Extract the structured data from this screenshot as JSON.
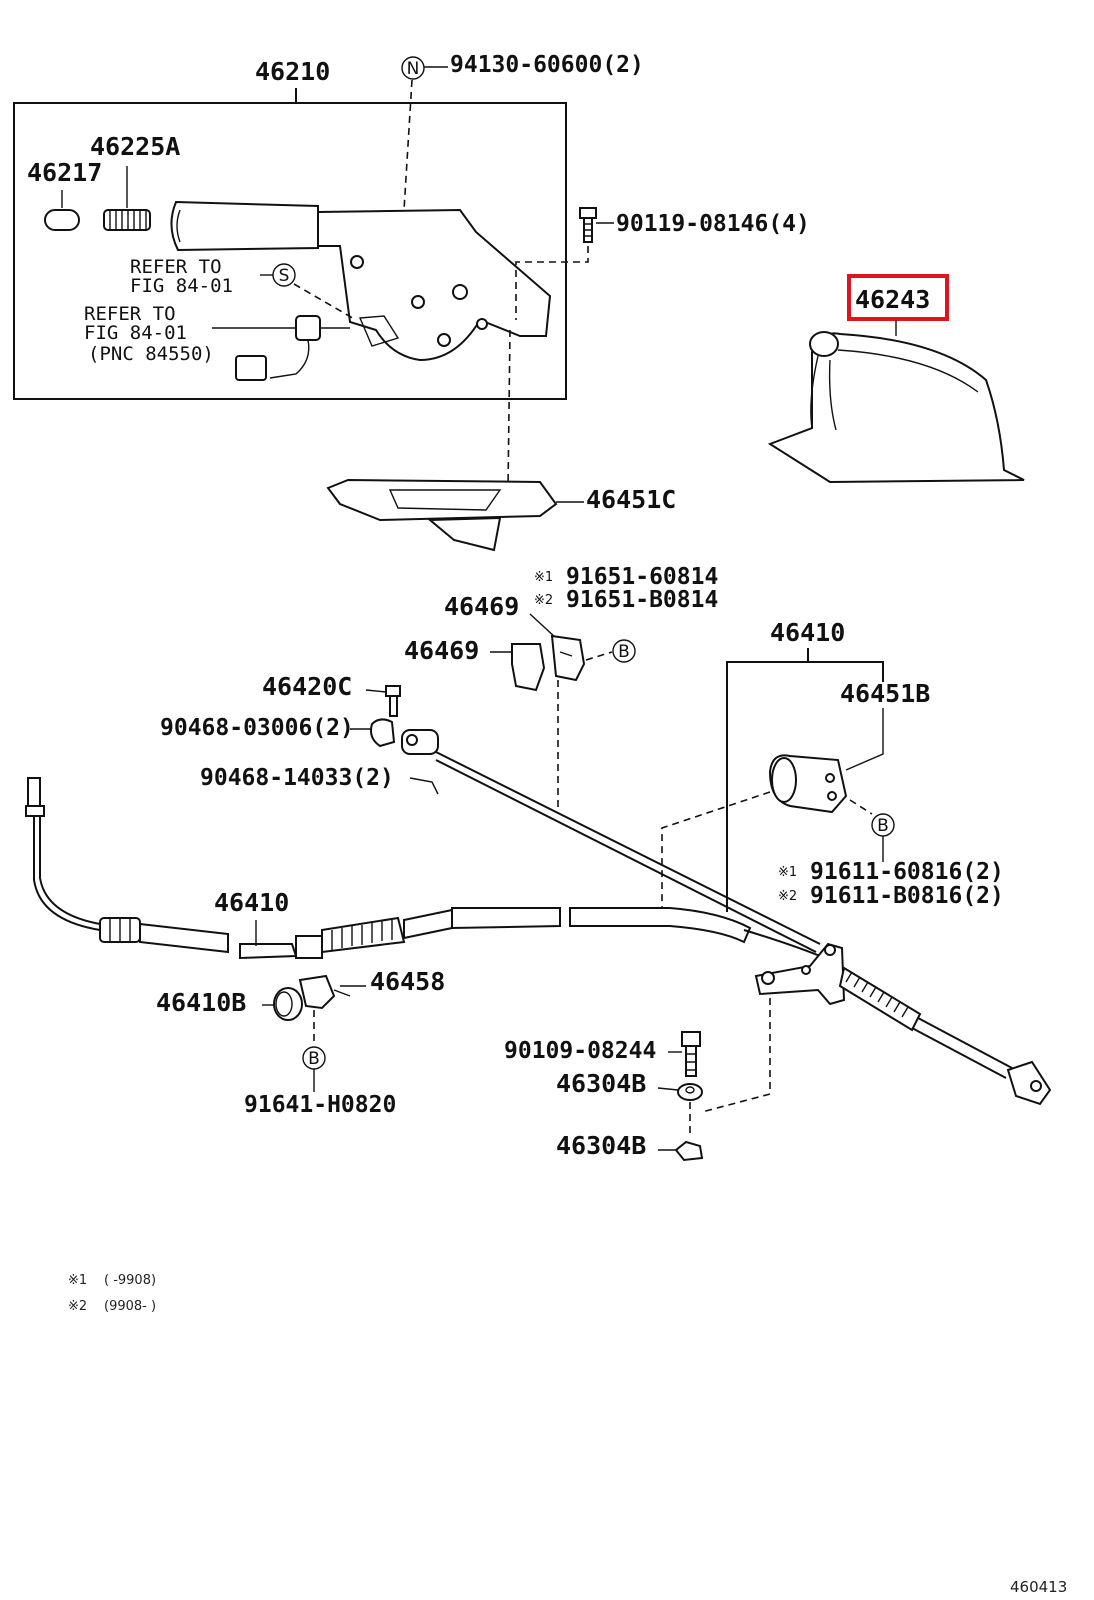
{
  "labels": {
    "assy": "46210",
    "nut": "94130-60600(2)",
    "knob_pin": "46225A",
    "button": "46217",
    "bolt_top": "90119-08146(4)",
    "refer1_a": "REFER TO",
    "refer1_b": "FIG 84-01",
    "refer2_a": "REFER TO",
    "refer2_b": "FIG 84-01",
    "refer2_c": "(PNC 84550)",
    "boot": "46243",
    "retainer": "46451C",
    "clip_code1": "91651-60814",
    "clip_code2": "91651-B0814",
    "clip_a": "46469",
    "clip_b": "46469",
    "cable_set": "46410",
    "bracket_b": "46451B",
    "bolt_c": "46420C",
    "clip_90468a": "90468-03006(2)",
    "clip_90468b": "90468-14033(2)",
    "bolt_b1": "91611-60816(2)",
    "bolt_b2": "91611-B0816(2)",
    "cable_left": "46410",
    "grommet": "46410B",
    "clamp": "46458",
    "bolt_bot": "90109-08244",
    "equalizer_a": "46304B",
    "equalizer_b": "46304B",
    "bolt_b3": "91641-H0820",
    "note1_mark": "※1",
    "note1_text": "(      -9908)",
    "note2_mark": "※2",
    "note2_text": "(9908-      )",
    "diagram_id": "460413"
  },
  "markers": {
    "asterisk1": "※1",
    "asterisk2": "※2",
    "circle_n": "N",
    "circle_s": "S",
    "circle_b": "B"
  },
  "highlight": {
    "part": "46243",
    "color": "#e0141e"
  }
}
